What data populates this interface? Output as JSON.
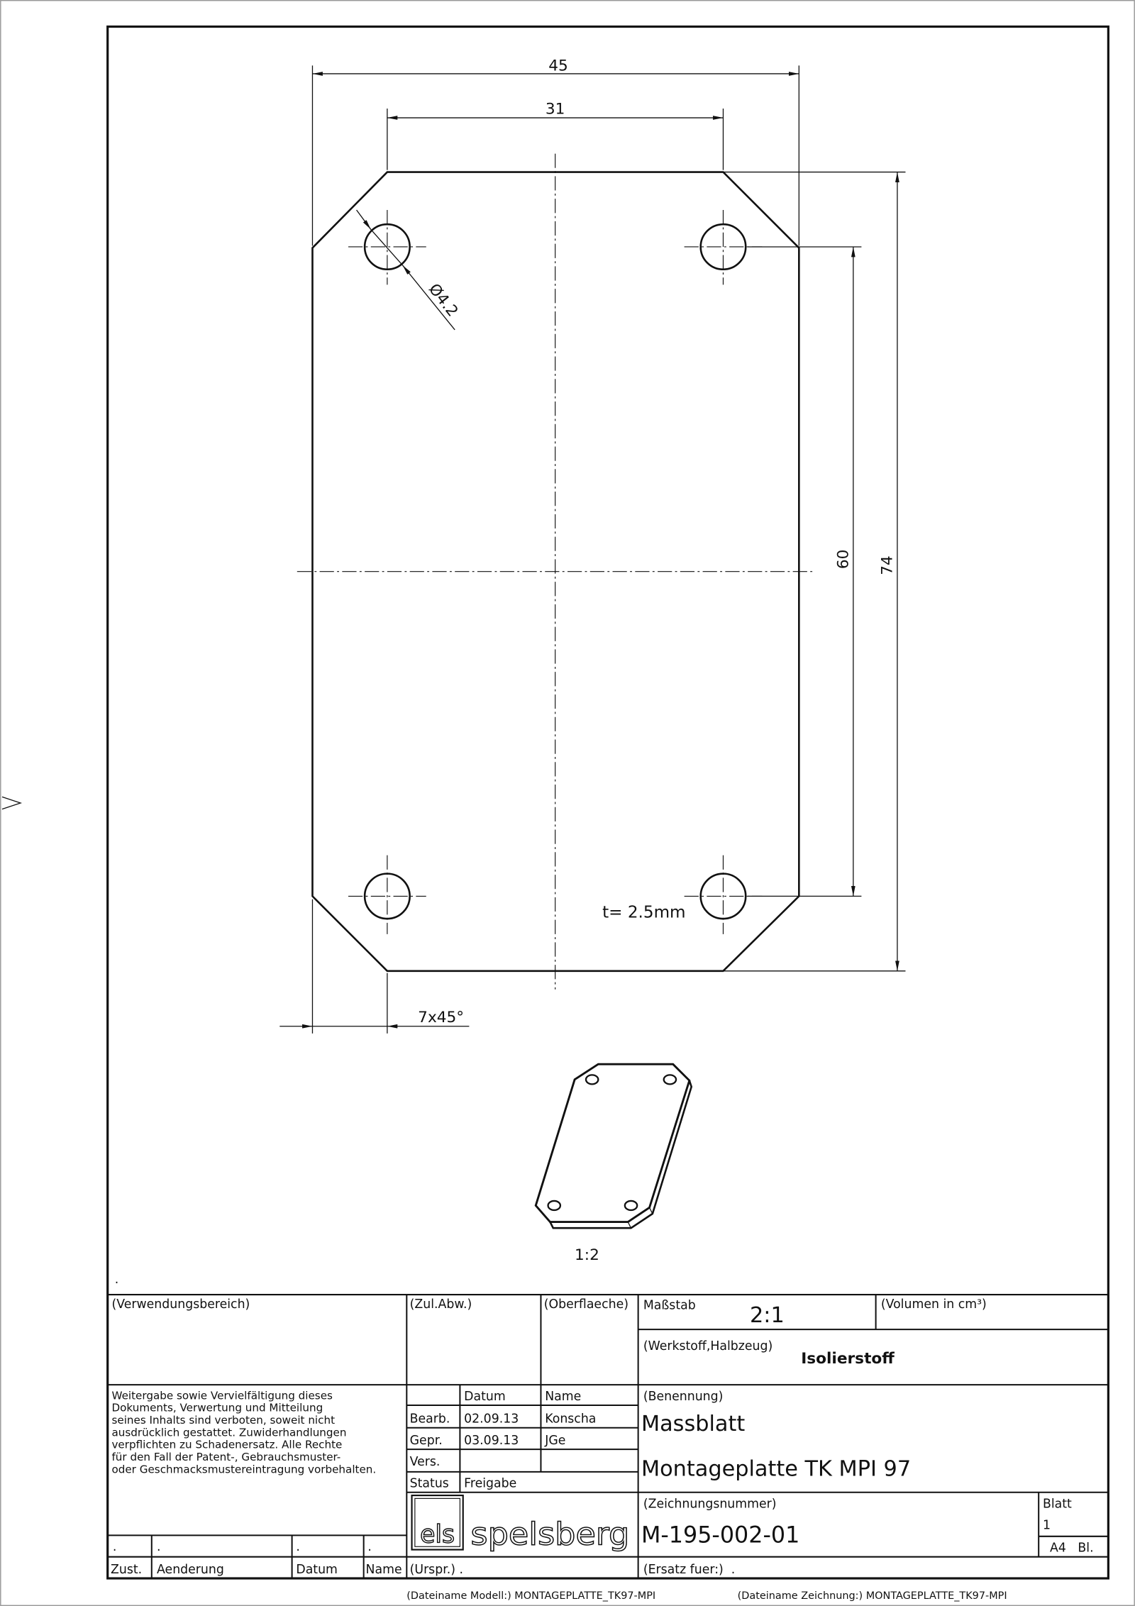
{
  "drawing": {
    "dimensions": {
      "width_outer": "45",
      "width_holes": "31",
      "height_holes": "60",
      "height_outer": "74",
      "hole_diameter": "Ø4.2",
      "chamfer": "7x45°"
    },
    "thickness_note": "t= 2.5mm",
    "iso_scale": "1:2",
    "dot": "."
  },
  "title_block": {
    "verwendungsbereich": "(Verwendungsbereich)",
    "zul_abw": "(Zul.Abw.)",
    "oberflaeche": "(Oberflaeche)",
    "massstab_label": "Maßstab",
    "massstab_value": "2:1",
    "volumen_label": "(Volumen in cm³)",
    "werkstoff_label": "(Werkstoff,Halbzeug)",
    "werkstoff_value": "Isolierstoff",
    "copyright": [
      "Weitergabe sowie Vervielfältigung dieses",
      "Dokuments, Verwertung und Mitteilung",
      "seines Inhalts sind verboten, soweit nicht",
      "ausdrücklich gestattet. Zuwiderhandlungen",
      "verpflichten zu Schadenersatz. Alle Rechte",
      "für den Fall der Patent-, Gebrauchsmuster-",
      "oder Geschmacksmustereintragung vorbehalten."
    ],
    "col_datum": "Datum",
    "col_name": "Name",
    "bearb_label": "Bearb.",
    "bearb_date": "02.09.13",
    "bearb_name": "Konscha",
    "gepr_label": "Gepr.",
    "gepr_date": "03.09.13",
    "gepr_name": "JGe",
    "vers_label": "Vers.",
    "status_label": "Status",
    "status_value": "Freigabe",
    "benennung_label": "(Benennung)",
    "title_line1": "Massblatt",
    "title_line2": "Montageplatte TK MPI 97",
    "zeichnungsnummer_label": "(Zeichnungsnummer)",
    "zeichnungsnummer": "M-195-002-01",
    "blatt_label": "Blatt",
    "blatt_value": "1",
    "format": "A4   Bl.",
    "change_dots": [
      ".",
      ".",
      ".",
      "."
    ],
    "zust": "Zust.",
    "aenderung": "Aenderung",
    "datum": "Datum",
    "name": "Name",
    "urspr": "(Urspr.) .",
    "ersatz": "(Ersatz fuer:)  .",
    "logo_text_1": "els",
    "logo_text_2": "spelsberg"
  },
  "footer": {
    "model_file": "(Dateiname Modell:) MONTAGEPLATTE_TK97-MPI",
    "drawing_file": "(Dateiname Zeichnung:) MONTAGEPLATTE_TK97-MPI"
  }
}
